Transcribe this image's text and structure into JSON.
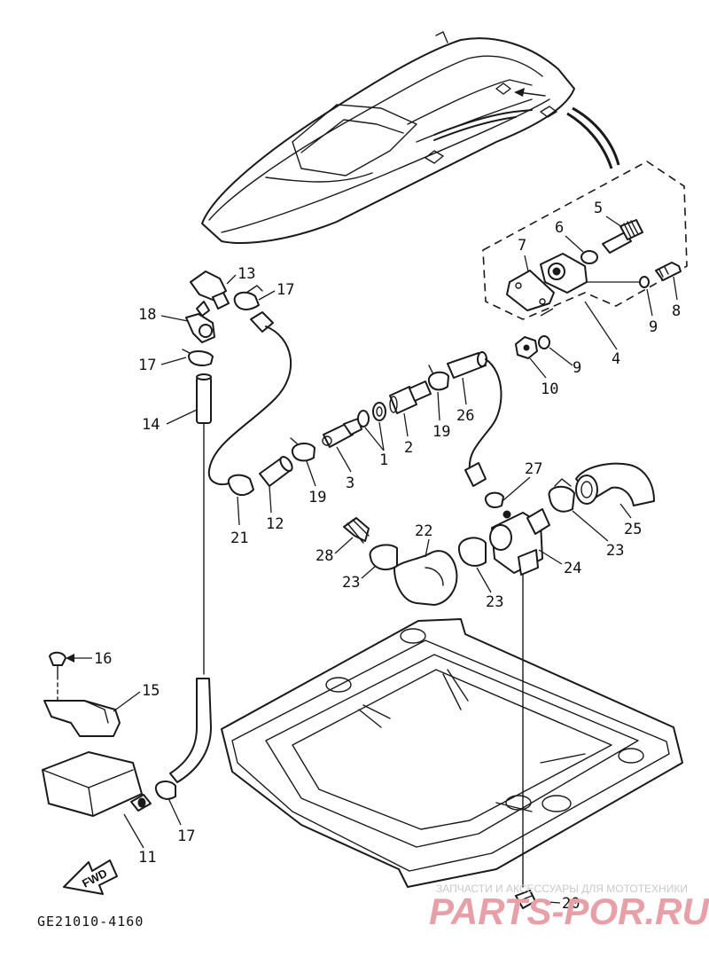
{
  "diagram": {
    "part_labels": [
      {
        "id": "1",
        "text": "1"
      },
      {
        "id": "2",
        "text": "2"
      },
      {
        "id": "3",
        "text": "3"
      },
      {
        "id": "4",
        "text": "4"
      },
      {
        "id": "5",
        "text": "5"
      },
      {
        "id": "6",
        "text": "6"
      },
      {
        "id": "7",
        "text": "7"
      },
      {
        "id": "8",
        "text": "8"
      },
      {
        "id": "9a",
        "text": "9"
      },
      {
        "id": "9b",
        "text": "9"
      },
      {
        "id": "10",
        "text": "10"
      },
      {
        "id": "11",
        "text": "11"
      },
      {
        "id": "12",
        "text": "12"
      },
      {
        "id": "13",
        "text": "13"
      },
      {
        "id": "14",
        "text": "14"
      },
      {
        "id": "15",
        "text": "15"
      },
      {
        "id": "16",
        "text": "16"
      },
      {
        "id": "17a",
        "text": "17"
      },
      {
        "id": "17b",
        "text": "17"
      },
      {
        "id": "17c",
        "text": "17"
      },
      {
        "id": "18",
        "text": "18"
      },
      {
        "id": "19a",
        "text": "19"
      },
      {
        "id": "19b",
        "text": "19"
      },
      {
        "id": "20",
        "text": "20"
      },
      {
        "id": "21",
        "text": "21"
      },
      {
        "id": "22",
        "text": "22"
      },
      {
        "id": "23a",
        "text": "23"
      },
      {
        "id": "23b",
        "text": "23"
      },
      {
        "id": "23c",
        "text": "23"
      },
      {
        "id": "24",
        "text": "24"
      },
      {
        "id": "25",
        "text": "25"
      },
      {
        "id": "26",
        "text": "26"
      },
      {
        "id": "27",
        "text": "27"
      },
      {
        "id": "28",
        "text": "28"
      }
    ],
    "direction_marker": "FWD",
    "figure_code": "GE21010-4160"
  },
  "watermark": {
    "caption": "ЗАПЧАСТИ И АКСЕССУАРЫ ДЛЯ МОТОТЕХНИКИ",
    "brand": "PARTS-POR.RU",
    "color": "#e8a0a8"
  }
}
